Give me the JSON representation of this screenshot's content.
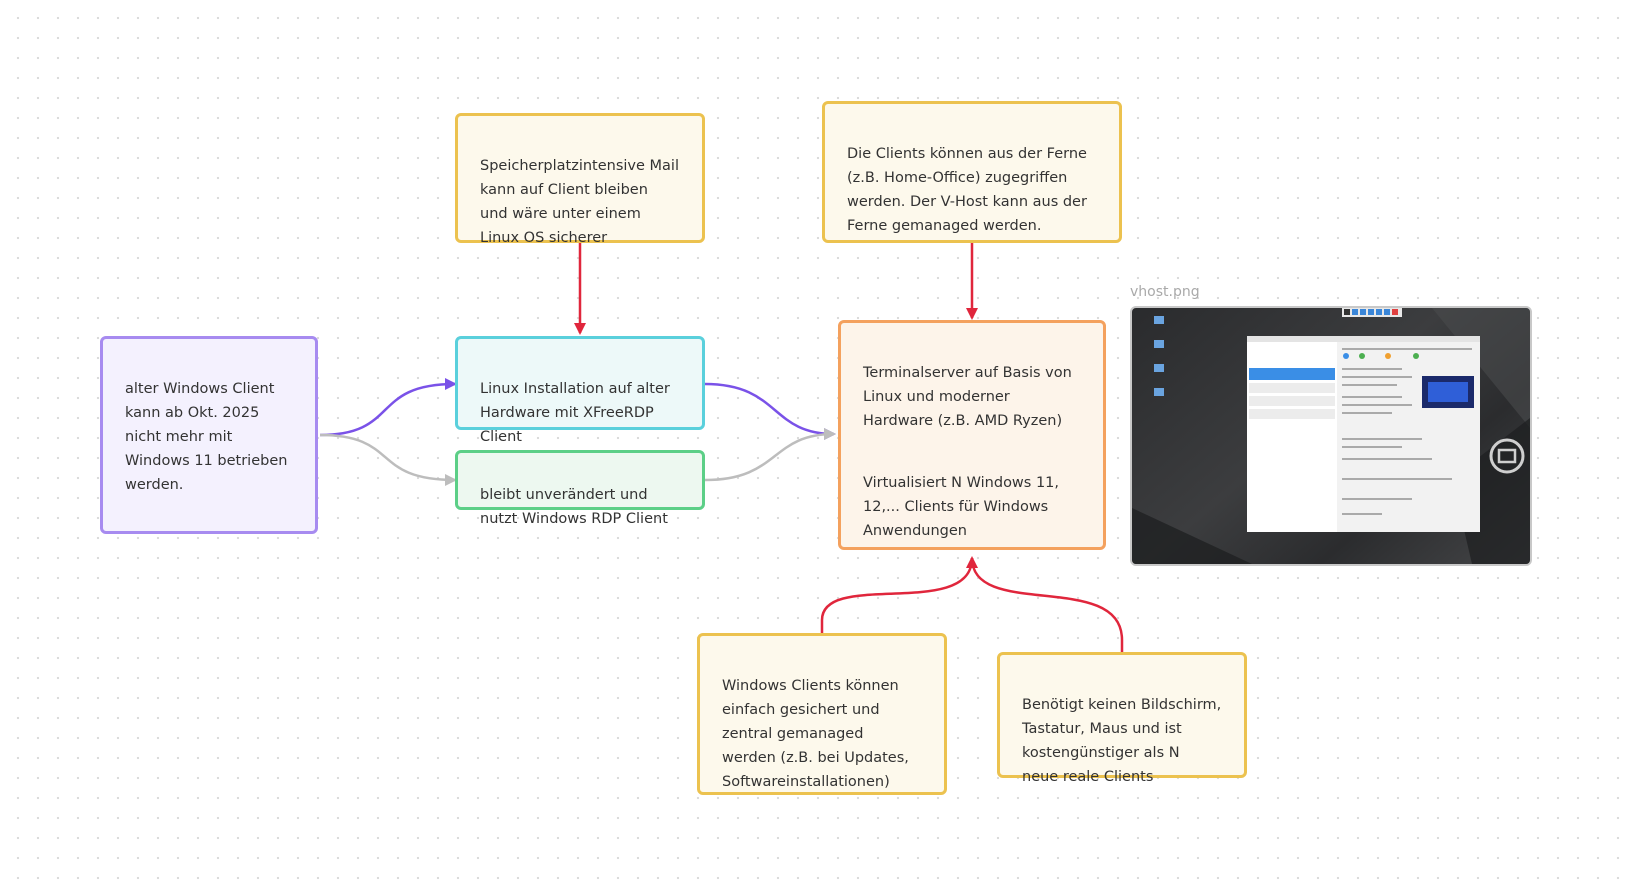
{
  "nodes": {
    "old_client": "alter Windows Client\nkann ab Okt. 2025\nnicht mehr mit\nWindows 11 betrieben\nwerden.",
    "mail": "Speicherplatzintensive Mail\nkann auf Client bleiben\nund wäre unter einem\nLinux OS sicherer",
    "linux": "Linux Installation auf alter\nHardware mit XFreeRDP\nClient",
    "unchanged": "bleibt unverändert und\nnutzt Windows RDP Client",
    "remote": "Die Clients können aus der Ferne\n(z.B. Home-Office) zugegriffen\nwerden. Der V-Host kann aus der\nFerne gemanaged werden.",
    "terminal_p1": "Terminalserver auf Basis von\nLinux und moderner\nHardware (z.B. AMD Ryzen)",
    "terminal_p2": "Virtualisiert N Windows 11,\n12,... Clients für Windows\nAnwendungen",
    "backup": "Windows Clients können\neinfach gesichert und\nzentral gemanaged\nwerden (z.B. bei Updates,\nSoftwareinstallationen)",
    "cheaper": "Benötigt keinen Bildschirm,\nTastatur, Maus und ist\nkostengünstiger als N\nneue reale Clients"
  },
  "image": {
    "caption": "vhost.png",
    "description_icon": "virtualbox-manager-screenshot"
  },
  "colors": {
    "edge_red": "#e0263c",
    "edge_purple": "#7a52e8",
    "edge_gray": "#bdbdbd",
    "yellow_border": "#ecc24f",
    "purple_border": "#a78bf0",
    "cyan_border": "#5ad0dc",
    "green_border": "#5ccf87",
    "orange_border": "#f4a15e"
  }
}
